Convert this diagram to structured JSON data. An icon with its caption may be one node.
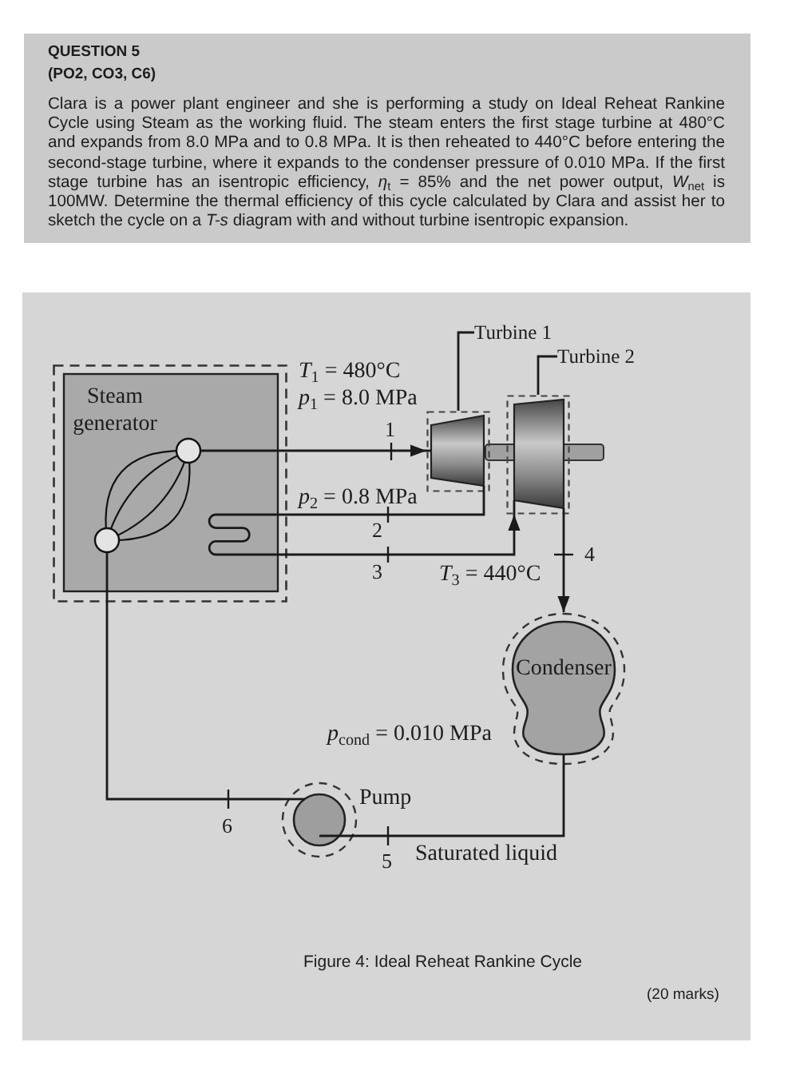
{
  "diagram": {
    "title": "QUESTION 5",
    "caption": "Figure 4: Ideal Reheat Rankine Cycle",
    "nodes": [
      {
        "text": [
          "Steam generator"
        ]
      },
      {
        "text": [
          "Turbine 1"
        ]
      },
      {
        "text": [],
        "shape": "trapezoid"
      },
      {
        "text": [
          "Turbine 2"
        ]
      },
      {
        "text": [],
        "shape": "trapezoid"
      },
      {
        "text": [
          "Condenser"
        ],
        "beside": [
          "*p*$_{cond}$ = 0.010 MPa"
        ]
      },
      {
        "text": [
          "Pump"
        ]
      }
    ],
    "edges": [
      {
        "from": 0,
        "to": 2,
        "arrow": "to",
        "label": "1"
      },
      {
        "from": 2,
        "to": 0,
        "arrow": "none",
        "label": "2"
      },
      {
        "from": 0,
        "to": 4,
        "arrow": "to",
        "label": "3"
      },
      {
        "from": 4,
        "to": 5,
        "arrow": "to",
        "label": "4"
      },
      {
        "from": 5,
        "to": 6,
        "arrow": "none",
        "label": "5"
      },
      {
        "from": 6,
        "to": 0,
        "arrow": "none",
        "label": "6"
      },
      {
        "from": 1,
        "to": 2,
        "arrow": "none"
      },
      {
        "from": 3,
        "to": 4,
        "arrow": "none"
      }
    ],
    "labels": [
      "(PO2, CO3, C6)",
      "Clara is a power plant engineer and she is performing a study on Ideal Reheat Rankine Cycle using Steam as the working fluid. The steam enters the first stage turbine at 480°C and expands from 8.0 MPa and to 0.8 MPa. It is then reheated to 440°C before entering the second-stage turbine, where it expands to the condenser pressure of 0.010 MPa. If the first stage turbine has an isentropic efficiency, *η*$_{t}$ = 85% and the net power output, *W*$_{net}$ is 100MW. Determine the thermal efficiency of this cycle calculated by Clara and assist her to sketch the cycle on a *T-s* diagram with and without turbine isentropic expansion.",
      "*T*$_{1}$ = 480°C",
      "*p*$_{1}$ = 8.0 MPa",
      "*p*$_{2}$ = 0.8 MPa",
      "*T*$_{3}$ = 440°C",
      "Saturated liquid",
      "(20 marks)"
    ]
  }
}
